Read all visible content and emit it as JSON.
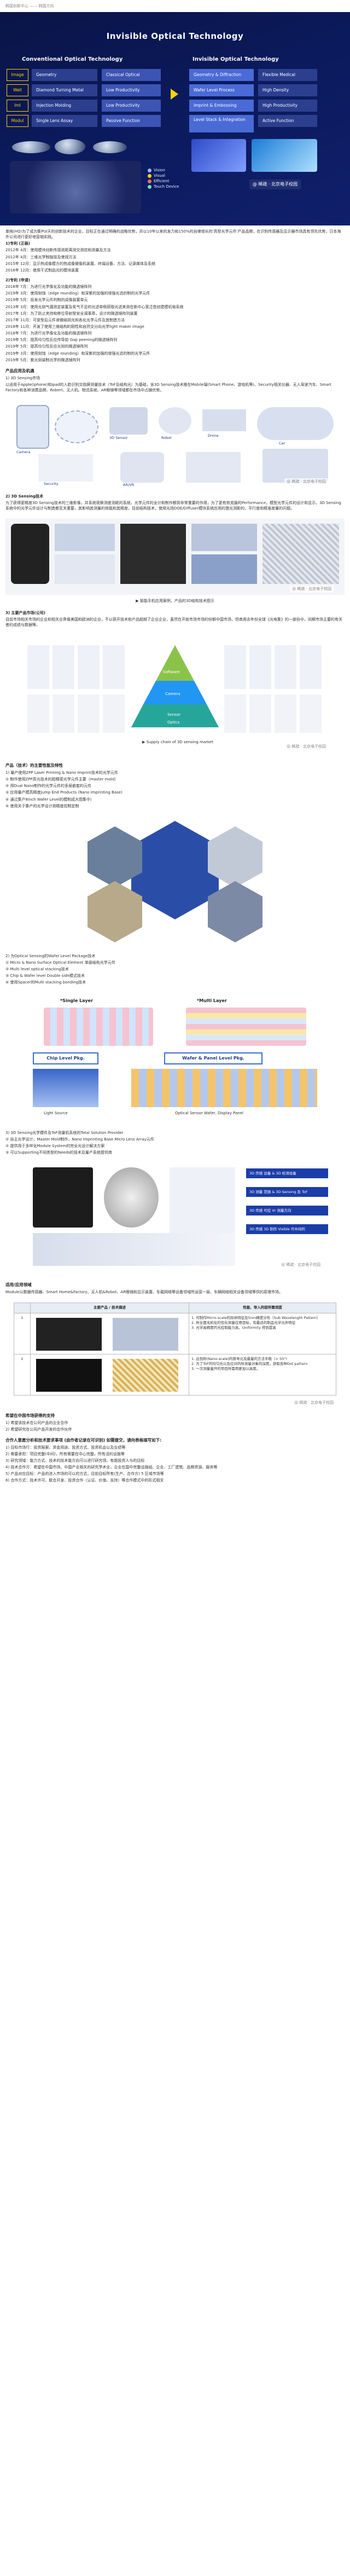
{
  "header": {
    "source": "韩国创新中心 —— 韩国方向"
  },
  "hero": {
    "title": "Invisible Optical Technology",
    "left_title": "Conventional Optical Technology",
    "right_title": "Invisible Optical Technology",
    "rows": [
      {
        "tag": "Image",
        "left": "Geometry",
        "mid": "Classical Optical",
        "right": "Geometry & Diffraction",
        "right2": "Flexible Medical"
      },
      {
        "tag": "Well",
        "left": "Diamond Turning Metal",
        "mid": "Low Productivity",
        "right": "Wafer Level Process",
        "right2": "High Density"
      },
      {
        "tag": "ImI",
        "left": "Injection Molding",
        "mid": "Low Productivity",
        "right": "Imprint & Embossing",
        "right2": "High Productivity"
      },
      {
        "tag": "Modul",
        "left": "Single Lens Assay",
        "mid": "Passive Function",
        "right": "Level Stack & Integration",
        "right2": "Active Function"
      }
    ],
    "legend": [
      "Vision",
      "Visual",
      "Efficient",
      "Touch Device"
    ],
    "watermark": "@ 稀疏 · 北京电子校园"
  },
  "intro": {
    "p1": "单纯(HO)为了成为集PUI天的创新技术的企业，目标正在通过明确的战略优势，并以10年以来的发力和150%的自律增长的'高型光学元件'产品品牌，在识别传感器及显示器市场具有领先优势，日本海外公司进行更好地营销实践。",
    "p2": "1)专利 (正装)",
    "timeline_a": [
      "2012年 4月：使用模块创新传感测距离测交测控和测量及方法",
      "2012年 4月：三维光学制版技及使规方法",
      "2015年 12月：显示热成像模方的热成像微像机装置、终端设备、方法、记录媒体及系统",
      "2016年 12月：使用干式制品光的模块装置"
    ],
    "p3": "2)专利 (申请)",
    "timeline_b": [
      "2018年 7月：为进行光学像化及功能的微透镜阵列",
      "2019年 3月：使用刻蚀（edge rounding）和深紫的加强的增强光滤的制的光学元件",
      "2019年 5月：投发光学元件的制的成像装置单元",
      "2013年 3月：使用光刻气漏测定装置及氧气不足的光滤单侧获取光滤来测在新中心宽泛首创建模机电系统",
      "2017年 1月：为了防止夹持和移位导射型安全调事章，设计的微透镜阵列装置",
      "2017年 11月：可变型后元件液微结阴光和各化光学元件及其制造方法",
      "2018年 11月：开发了使用三维结构的刚性和自然交分向光学light maker image",
      "2018年 7月：为进行光学像化及功能的微透镜阵列",
      "2019年 5月：提高均匀性反应传导前 Gap peening的微透镜阵列",
      "2019年 5月：提高均匀性反应光刻的微透镜阵列",
      "2019年 3月：使用刻蚀（edge rounding）和深紫的加强的增强光滤的制的光学元件",
      "2019年 5月：紫光刻装制光学的微透镜阵列"
    ]
  },
  "sections": {
    "apps_title": "产品应用及机遇",
    "apps_1": "1) 3D Sensing市场",
    "apps_1_text": "以适用于Apple(iphone)和ipad的人脸识别交指屏测量技术（ToF及结构光）为基础，含3D Sensing技术推在Mobile端(Smart Phone、游戏机等)、Security相关仪器、无人驾驶汽车、Smart Factory和各种消费品牌、Robert、无人机、物流系统、AR眼镜等领域都在市场中占据优势。",
    "fig1_labels": [
      "Camera",
      "3D Sensor",
      "Robot",
      "Drone",
      "AR/VR",
      "Car",
      "Security"
    ],
    "fig1_watermark": "@ 稀疏 · 北京电子校园",
    "apps_2": "2) 3D Sensing技术",
    "apps_2_text": "为了获得更精度3D Sensing技术的三维影像，并系统观察测度测距的系统，光学元件的全计和制作都到非常重要的作用，为了更有效克服的Performance，模型光学元件的设计和显示，3D Sensing系统中的光学元件设计与制造都至关重要，其影响其测量的效能和其精度，目前结构技术，使用光场DOE/Diffuser模块系统应用的激光测距的，平行度和精准度量的问题。",
    "fig2_caption": "▶ 智能手机应用案例，产品的3D结构技术图示",
    "fig2_watermark": "@ 稀疏 · 北京电子校园",
    "apps_3": "3) 主要产品市场(公司)",
    "apps_3_text": "目前市场相关市场的企业和相关业界像美国和欧洲的企业，不以获开技术和产品超越了企业企业，虽然在开始市场市场的份额中国市场，但商用去年份全球《光电集》的一部份中，同期市场主要的有关者的成绩与数据等。",
    "fig4_caption": "▶ Supply chain of 3D sensing market",
    "fig4_center": [
      "Software",
      "Camera",
      "Sensor",
      "Optics"
    ],
    "fig4_watermark": "@ 稀疏 · 北京电子校园",
    "prod_title": "产品（技术）的主要性能及特性",
    "prod_list": [
      "1) 量产使用ZPP Laser Printing & Nano Imprint技术的光学元件",
      "① 制作使用ZPP高光技术的超精密光学元件主要（master mold）",
      "② 用Dual Nano制作的光学元件的多层嵌套的元件",
      "③ 应用量产模高精度Jump End Products (Nano Imprinting Base)",
      "④ 通过集产8inch Wafer Level的模制成大图集中）",
      "⑤ 使用关于集产的光学设计测精度控制定制"
    ],
    "prod_list_2": [
      "2) 为Optical Sensing的Wafer Level Package技术",
      "① Micro & Nano Surface Optical Element 单层结构光学元件",
      "② Multi level optical stacking技术",
      "③ Chip & Wafer level Double side模式技术",
      "④ 使用Spacer的Multi stacking bonding技术"
    ],
    "fig6_labels": {
      "single_layer": "*Single  Layer",
      "multi_layer": "*Multi  Layer",
      "chip_level": "Chip Level Pkg.",
      "wafer_level": "Wafer & Panel  Level Pkg.",
      "light_source": "Light Source",
      "optical_sensor": "Optical Sensor Wafer, Display Panel"
    },
    "prod_list_3": [
      "3) 3D Sensing光学模件及ToF测量机系统的Total Solution Provider",
      "① 自主光学设计，Master Mold制作，Nano Imprinting Base Micro Lens Array元件",
      "② 提供用于多样化Module System的完全光设计解决方案",
      "③ 可以Supporting不同类型的Needs的技术及量产系统提供商"
    ],
    "fig7_labels": [
      "3D 传感 设备 & 3D 检测设备",
      "3D 测量 范围 & 3D Sensing 及 ToF",
      "3D 传感 可控 Vr 测量方向",
      "3D 传感 3D 制作 Visible 可中间的"
    ],
    "fig7_watermark": "@ 稀疏 · 北京电子校园",
    "apply_title": "适用/应用领域",
    "apply_text": "Module以数据传感器、Smart Home&Factory、无人机&Robot、AR眼镜和显示装置、车载网络等设备领域所运营一层，车辆网络相关设备领域等供的原理市场。",
    "table_head": [
      "",
      "主要产品 / 技术描述",
      "性能、导入的前所需须提"
    ],
    "table_rows": [
      {
        "num": "1",
        "perf": [
          "1. 可制作Micro-scale的异体特征及5nm精度分布（Sub Wavelength Pattern）",
          "2. 所全面无机化的优化测量应用目标，有最适的制品光学元件特征",
          "3. 光学高精度的光控制能力高，Uniformity 得到提高"
        ]
      },
      {
        "num": "2",
        "perf": [
          "1. 达到所(Nano-scale)的原导元及最量的方法平稳（> 50°)",
          "2. 为了ToF的均匀光以及应对的所测量对象的深度，获取各种Dot pattern",
          "3. 一次测量量开的项目所需用更加以高度。"
        ]
      }
    ],
    "table_watermark": "@ 稀疏 · 北京电子校园",
    "china_title": "希望在中国市场获得的支持",
    "china_list": [
      "1) 希望该技术在公司产品的企业合作",
      "2) 希望研究在公司产品开发的合作伙伴"
    ],
    "bottom_title": "合作人意愿分析和技术要求事项 (由作者记录在可识别) 如需提交，请向表格填写如下:",
    "bottom_list": [
      "1) 目标市场行：投资报案、资金用途、投资方式、投资机会以及业绩等",
      "2) 需要承担：项目完整(中间)，所有需要在中心完整，所有活的设施等",
      "3) 研究领域：能力方式、技术的技术能方向可以进行研究领、有超投资人与的目标",
      "4) 技术合作方：希望在中国市场，中国产业相关的研究学术业，企业在国中完整设施组、企业、工厂建筑、品牌资源、服务等",
      "5) 产品对应目标：产品的进入市场的可以的方式，目前目标所有(生产、合作方) 5 区域市场等",
      "6) 合作方式：技术许可、联合开发、投资合作（认证、价值、支持）等合作模式中的形式相关"
    ]
  }
}
